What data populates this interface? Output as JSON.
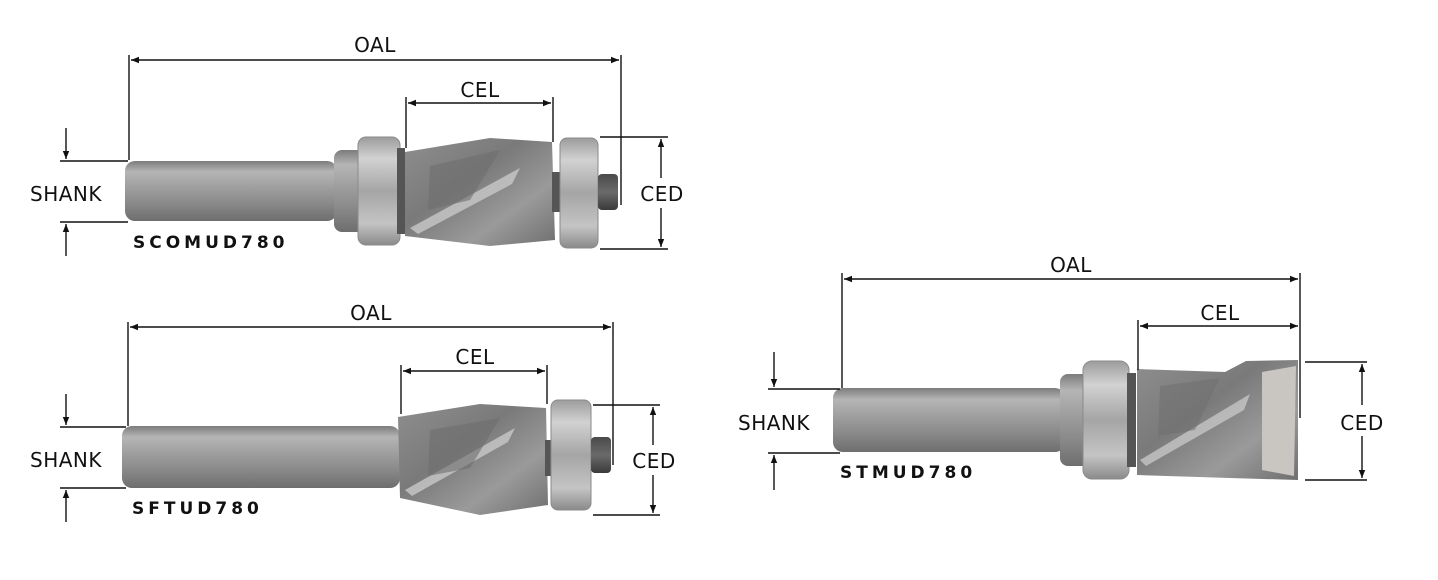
{
  "diagram": {
    "background": "#ffffff",
    "line_color": "#111111",
    "steel_color": "#9a9a9a",
    "bits": [
      {
        "id": "scomud780",
        "part_number": "SCOMUD780",
        "labels": {
          "oal": "OAL",
          "cel": "CEL",
          "ced": "CED",
          "shank": "SHANK"
        },
        "features": [
          "shank",
          "upper-bearing",
          "spiral-cutter",
          "lower-bearing",
          "bearing-screw"
        ]
      },
      {
        "id": "sftud780",
        "part_number": "SFTUD780",
        "labels": {
          "oal": "OAL",
          "cel": "CEL",
          "ced": "CED",
          "shank": "SHANK"
        },
        "features": [
          "shank",
          "spiral-cutter",
          "lower-bearing",
          "bearing-screw"
        ]
      },
      {
        "id": "stmud780",
        "part_number": "STMUD780",
        "labels": {
          "oal": "OAL",
          "cel": "CEL",
          "ced": "CED",
          "shank": "SHANK"
        },
        "features": [
          "shank",
          "upper-bearing",
          "spiral-cutter"
        ]
      }
    ]
  }
}
